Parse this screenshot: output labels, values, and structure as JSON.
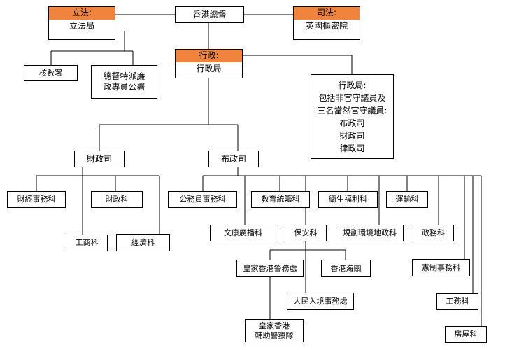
{
  "chart": {
    "governor": "香港總督",
    "legislature": {
      "header": "立法:",
      "body": "立法局"
    },
    "judiciary": {
      "header": "司法:",
      "body": "英國樞密院"
    },
    "executive": {
      "header": "行政:",
      "body": "行政局"
    },
    "audit": "核數署",
    "ombudsman": [
      "總督特派廉",
      "政專員公署"
    ],
    "exco_note": [
      "行政局:",
      "包括非官守議員及",
      "三名當然官守議員:",
      "布政司",
      "財政司",
      "律政司"
    ],
    "financial_secretary": "財政司",
    "chief_secretary": "布政司",
    "fin_branches": {
      "financial_services": "財經事務科",
      "finance": "財政科",
      "trade_industry": "工商科",
      "economic": "經濟科"
    },
    "cs_branches": {
      "civil_service": "公務員事務科",
      "education_manpower": "教育統籌科",
      "health_welfare": "衛生福利科",
      "transport": "運輸科",
      "recreation_culture": "文康廣播科",
      "security": "保安科",
      "planning_environment_lands": "規劃環境地政科",
      "political_affairs": "政務科",
      "constitutional_affairs": "憲制事務科",
      "works": "工務科",
      "housing": "房屋科"
    },
    "security_depts": {
      "police": "皇家香港警務處",
      "customs": "香港海關",
      "immigration": "人民入境事務處",
      "auxiliary_police": [
        "皇家香港",
        "輔助警察隊"
      ]
    }
  }
}
